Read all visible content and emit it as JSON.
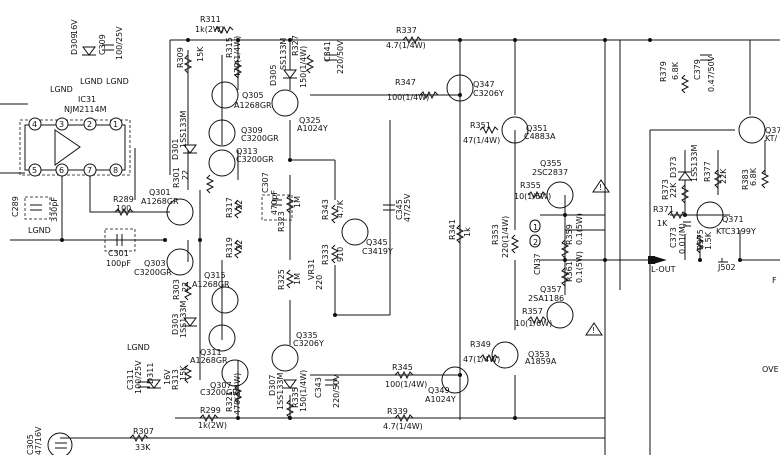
{
  "labels": {
    "d309": "D309",
    "d309v": "16V",
    "c309": "C309",
    "c309v": "100/25V",
    "lgnd1": "LGND",
    "lgnd2": "LGND",
    "lgnd3": "LGND",
    "lgnd4": "LGND",
    "lgnd5": "LGND",
    "ic31": "IC31",
    "ic31p": "NJM2114M",
    "c289": "C289",
    "c289v": "330pF",
    "r289": "R289",
    "r289v": "100",
    "r311": "R311",
    "r311v": "1k(2W)",
    "r309": "R309",
    "r309v": "15K",
    "r315": "R315",
    "r315v": "470(1/4W)",
    "d305": "D305",
    "d305p": "SS133M",
    "r327": "R327",
    "r327v": "150(1/4W)",
    "c341": "C341",
    "c341v": "220/50V",
    "r337": "R337",
    "r337v": "4.7(1/4W)",
    "q305": "Q305",
    "q305p": "A1268GR",
    "q325": "Q325",
    "q325p": "A1024Y",
    "d301": "D301",
    "d301p": "1SS133M",
    "q309": "Q309",
    "q309p": "C3200GR",
    "q313": "Q313",
    "q313p": "C3200GR",
    "r347": "R347",
    "r347v": "100(1/4W)",
    "q347": "Q347",
    "q347p": "C3206Y",
    "r351": "R351",
    "r351v": "47(1/4W)",
    "q351": "Q351",
    "q351p": "C4883A",
    "q355": "Q355",
    "q355p": "2SC2837",
    "r355": "R355",
    "r355v": "10(1/6W)",
    "q301": "Q301",
    "q301p": "A1268GR",
    "r301": "R301",
    "r301v": "22",
    "c307": "C307",
    "c307v": "470pF",
    "r317": "R317",
    "r317v": "22",
    "r323": "R323",
    "r323v": "1M",
    "r343": "R343",
    "r343v": "4.7K",
    "c345": "C345",
    "c345v": "47/25V",
    "q345": "Q345",
    "q345p": "C3419Y",
    "r341": "R341",
    "r341v": "1k",
    "r353": "R353",
    "r353v": "220(1/4W)",
    "cn37": "CN37",
    "cn37a": "1",
    "cn37b": "2",
    "r359": "R359",
    "r359v": "0.1(5W)",
    "r361": "R361",
    "r361v": "0.1(5W)",
    "c301": "C301",
    "c301v": "100pF",
    "q303": "Q303",
    "q303p": "C3200GR",
    "r319": "R319",
    "r319v": "22",
    "q315": "Q315",
    "q315p": "A1268GR",
    "vr31": "VR31",
    "vr31v": "220",
    "r325": "R325",
    "r325v": "1M",
    "r333": "R333",
    "r333v": "910",
    "r303": "R303",
    "r303v": "22",
    "d303": "D303",
    "d303p": "1SS133M",
    "q357": "Q357",
    "q357p": "2SA1186",
    "r357": "R357",
    "r357v": "10(1/6W)",
    "q335": "Q335",
    "q335p": "C3206Y",
    "r349": "R349",
    "r349v": "47(1/4W)",
    "q353": "Q353",
    "q353p": "A1859A",
    "q311": "Q311",
    "q311p": "A1268GR",
    "c311": "C311",
    "c311v": "100/25V",
    "d311": "D311",
    "d311v": "16V",
    "q307": "Q307",
    "q307p": "C3200GR",
    "r313": "R313",
    "r313v": "15K",
    "r321": "R321",
    "r321v": "470(1/4W)",
    "d307": "D307",
    "d307p": "1SS133M",
    "r335": "R335",
    "r335v": "150(1/4W)",
    "c343": "C343",
    "c343v": "220/50V",
    "r345": "R345",
    "r345v": "100(1/4W)",
    "q349": "Q349",
    "q349p": "A1024Y",
    "r299": "R299",
    "r299v": "1k(2W)",
    "r339": "R339",
    "r339v": "4.7(1/4W)",
    "c305": "C305",
    "c305v": "47/16V",
    "r307": "R307",
    "r307v": "33K",
    "r379": "R379",
    "r379v": "6.8K",
    "c379": "C379",
    "c379v": "0.47/50V",
    "q37x": "Q37",
    "q37xp": "KT/",
    "d373": "D373",
    "d373p": "1SS133M",
    "r377": "R377",
    "r377v": "22K",
    "r383": "R383",
    "r383v": "6.8K",
    "r371": "R371",
    "r371v": "1K",
    "r373": "R373",
    "r373v": "22K",
    "c373": "C373",
    "c373v": "0.01(M)",
    "r375": "R375",
    "r375v": "1.5K",
    "q371": "Q371",
    "q371p": "KTC3199Y",
    "lout": "L-OUT",
    "j502": "J502",
    "ove": "OVE",
    "pin1": "1",
    "pin2": "2",
    "pin3": "3",
    "pin4": "4",
    "pin5": "5",
    "pin6": "6",
    "pin7": "7",
    "pin8": "8",
    "right_edge": "F"
  }
}
